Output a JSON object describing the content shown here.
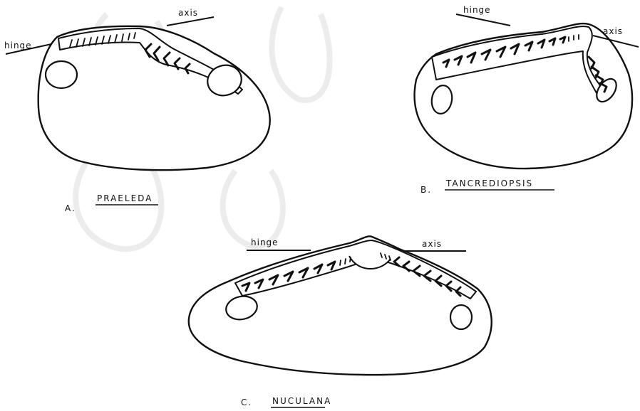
{
  "figures": [
    {
      "id": "A",
      "letter": "A.",
      "name": "PRAELEDA",
      "hinge_label": "hinge",
      "axis_label": "axis"
    },
    {
      "id": "B",
      "letter": "B.",
      "name": "TANCREDIOPSIS",
      "hinge_label": "hinge",
      "axis_label": "axis"
    },
    {
      "id": "C",
      "letter": "C.",
      "name": "NUCULANA",
      "hinge_label": "hinge",
      "axis_label": "axis"
    }
  ],
  "colors": {
    "ink": "#111111",
    "paper": "#ffffff",
    "faint_background": "#ececec"
  }
}
